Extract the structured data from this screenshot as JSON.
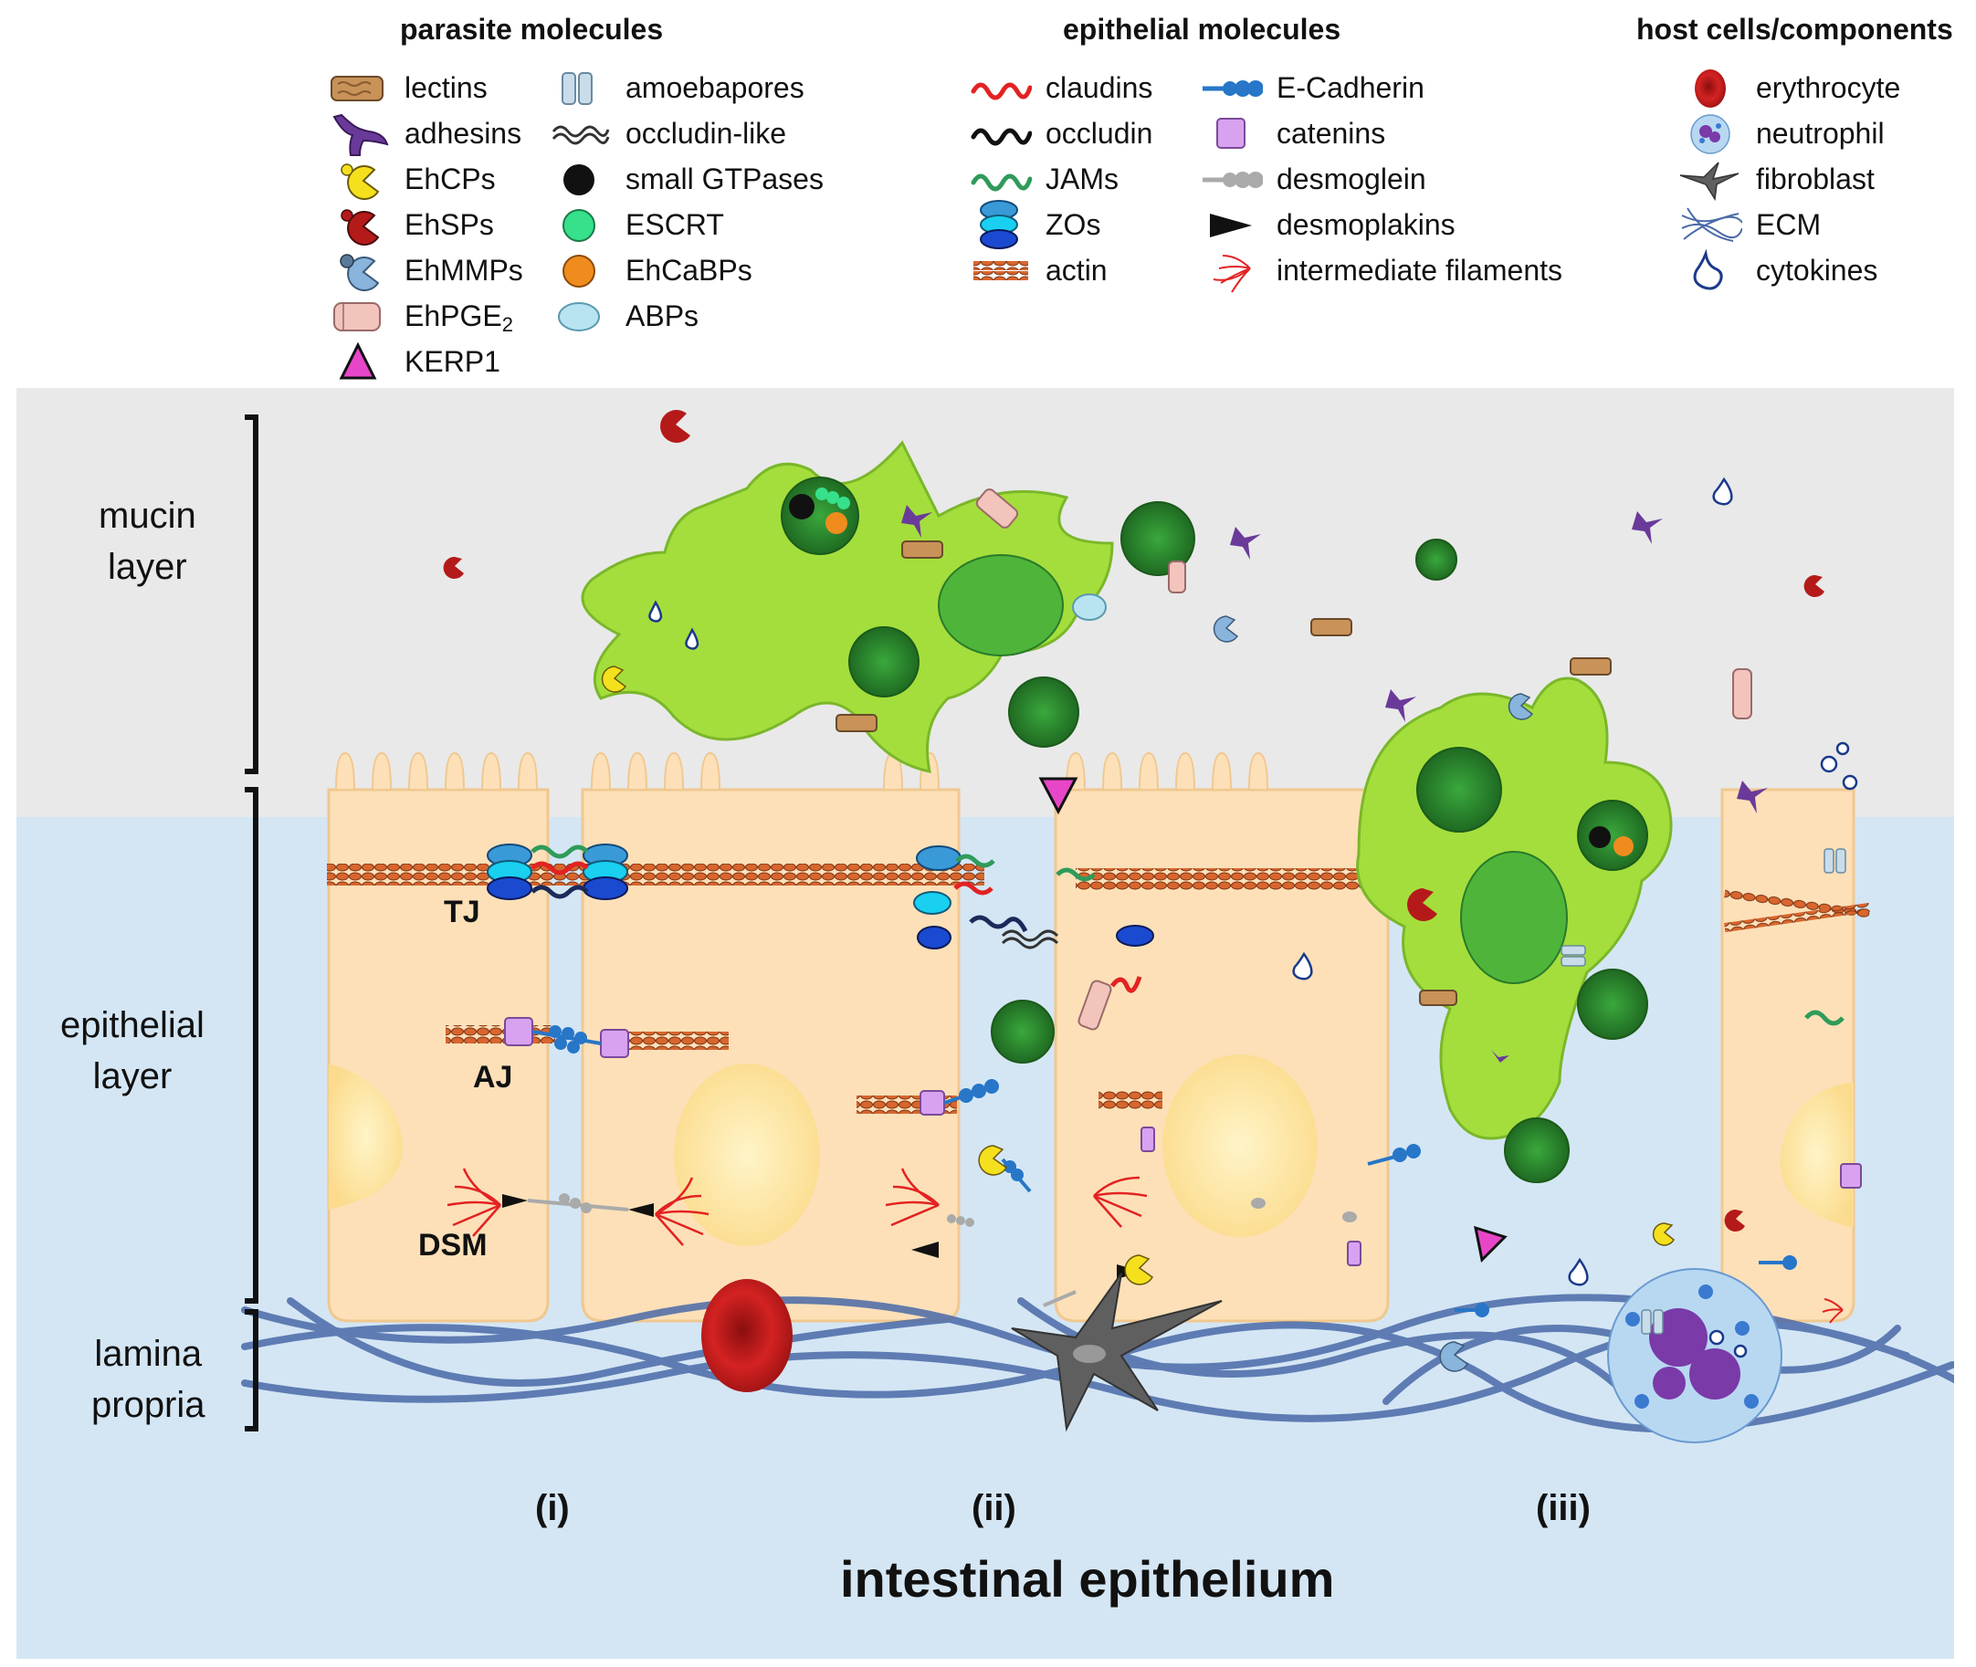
{
  "legend": {
    "parasite": {
      "title": "parasite molecules",
      "col1": [
        {
          "label": "lectins",
          "icon": "lectin-icon"
        },
        {
          "label": "adhesins",
          "icon": "adhesin-icon"
        },
        {
          "label": "EhCPs",
          "icon": "ehcp-icon"
        },
        {
          "label": "EhSPs",
          "icon": "ehsp-icon"
        },
        {
          "label": "EhMMPs",
          "icon": "ehmmp-icon"
        },
        {
          "label": "EhPGE",
          "icon": "ehpge2-icon"
        },
        {
          "label": "KERP1",
          "icon": "kerp1-icon"
        }
      ],
      "col2": [
        {
          "label": "amoebapores",
          "icon": "amoebapore-icon"
        },
        {
          "label": "occludin-like",
          "icon": "occludin-like-icon"
        },
        {
          "label": "small GTPases",
          "icon": "small-gtpase-icon"
        },
        {
          "label": "ESCRT",
          "icon": "escrt-icon"
        },
        {
          "label": "EhCaBPs",
          "icon": "ehcabp-icon"
        },
        {
          "label": "ABPs",
          "icon": "abp-icon"
        }
      ],
      "pge_subscript": "2"
    },
    "epithelial": {
      "title": "epithelial molecules",
      "col1": [
        {
          "label": "claudins",
          "icon": "claudin-icon"
        },
        {
          "label": "occludin",
          "icon": "occludin-icon"
        },
        {
          "label": "JAMs",
          "icon": "jam-icon"
        },
        {
          "label": "ZOs",
          "icon": "zo-icon"
        },
        {
          "label": "actin",
          "icon": "actin-icon"
        }
      ],
      "col2": [
        {
          "label": "E-Cadherin",
          "icon": "e-cadherin-icon"
        },
        {
          "label": "catenins",
          "icon": "catenin-icon"
        },
        {
          "label": "desmoglein",
          "icon": "desmoglein-icon"
        },
        {
          "label": "desmoplakins",
          "icon": "desmoplakin-icon"
        },
        {
          "label": "intermediate filaments",
          "icon": "intermediate-filament-icon"
        }
      ]
    },
    "host": {
      "title": "host cells/components",
      "items": [
        {
          "label": "erythrocyte",
          "icon": "erythrocyte-icon"
        },
        {
          "label": "neutrophil",
          "icon": "neutrophil-icon"
        },
        {
          "label": "fibroblast",
          "icon": "fibroblast-icon"
        },
        {
          "label": "ECM",
          "icon": "ecm-icon"
        },
        {
          "label": "cytokines",
          "icon": "cytokine-icon"
        }
      ]
    }
  },
  "diagram": {
    "layers": {
      "mucin": "mucin\nlayer",
      "epithelial": "epithelial\nlayer",
      "lamina": "lamina\npropria"
    },
    "junctions": {
      "tj": "TJ",
      "aj": "AJ",
      "dsm": "DSM"
    },
    "panels": [
      "(i)",
      "(ii)",
      "(iii)"
    ],
    "caption": "intestinal epithelium"
  },
  "colors": {
    "mucin_bg": "#e9e9e9",
    "tissue_bg": "#d4e6f4",
    "cell_fill": "#fde0b8",
    "nucleus_fill": "#fdeab0",
    "trophozoite_fill": "#a4de3c",
    "trophozoite_nucleus": "#4eb53a",
    "vesicle_fill": "#2f8a32",
    "actin": "#d8662e",
    "claudin": "#e32222",
    "jam": "#2f9b5a",
    "zo": "#19bde6",
    "e_cadherin": "#2776c8",
    "catenin": "#d8a2f0",
    "desmoglein": "#aaaaaa",
    "intermediate_filament": "#e32222",
    "erythrocyte": "#c41a1a",
    "fibroblast": "#5f5f5f",
    "ecm": "#4a6aa8",
    "adhesin": "#6a3a9a",
    "ehcp": "#f5e01e",
    "ehsp": "#b51a1a",
    "ehmmp": "#89b4dc",
    "ehpge2": "#f2c4bc",
    "kerp1": "#e846c8",
    "escrt": "#37e08a",
    "ehcabp": "#f08c1e",
    "abp": "#b8e4f2",
    "lectin": "#c89258"
  }
}
